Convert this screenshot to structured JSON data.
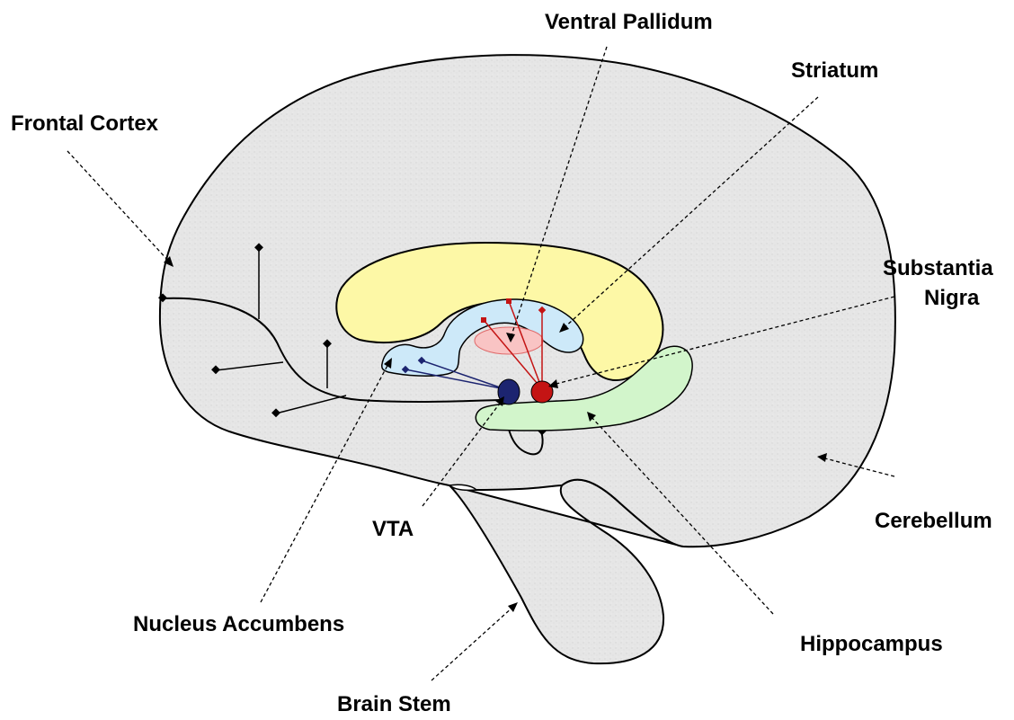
{
  "colors": {
    "brain_fill": "#e6e6e6",
    "striatum_fill": "#fdf8a6",
    "nucleus_accumbens_fill": "#cde9f9",
    "hippocampus_fill": "#d2f5cb",
    "ventral_pallidum_fill": "#f9c4c4",
    "vta_fill": "#1c2470",
    "substantia_nigra_fill": "#c41414",
    "blue_pathway": "#1c2470",
    "red_pathway": "#c41414"
  },
  "labels": {
    "ventral_pallidum": "Ventral Pallidum",
    "striatum": "Striatum",
    "frontal_cortex": "Frontal Cortex",
    "substantia_nigra_line1": "Substantia",
    "substantia_nigra_line2": "Nigra",
    "vta": "VTA",
    "cerebellum": "Cerebellum",
    "nucleus_accumbens": "Nucleus Accumbens",
    "hippocampus": "Hippocampus",
    "brain_stem": "Brain Stem"
  }
}
